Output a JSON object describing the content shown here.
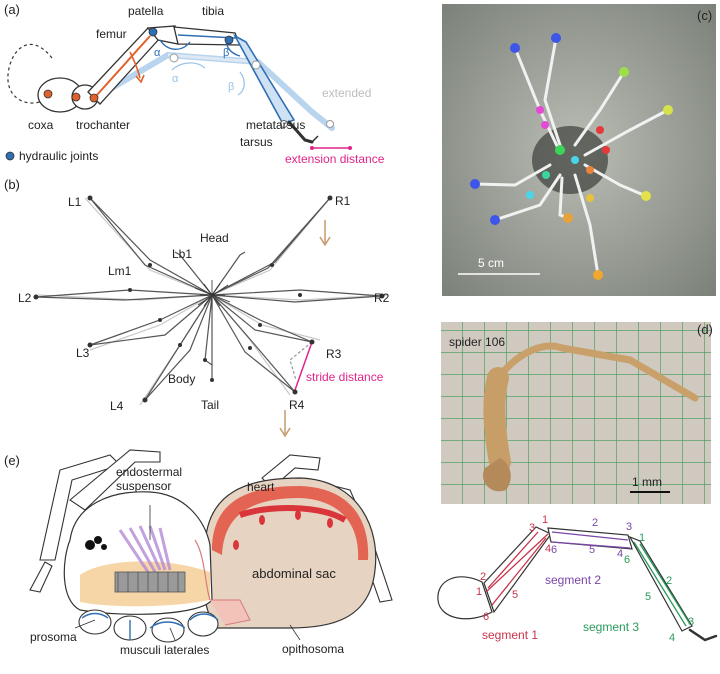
{
  "panels": {
    "a": "(a)",
    "b": "(b)",
    "c": "(c)",
    "d": "(d)",
    "e": "(e)"
  },
  "panel_a": {
    "femur": "femur",
    "patella": "patella",
    "tibia": "tibia",
    "alpha": "α",
    "beta": "β",
    "coxa": "coxa",
    "trochanter": "trochanter",
    "metatarsus": "metatarsus",
    "tarsus": "tarsus",
    "extended": "extended",
    "hydraulic_joints": "hydraulic joints",
    "extension_distance": "extension distance"
  },
  "panel_b": {
    "L1": "L1",
    "R1": "R1",
    "Lb1": "Lb1",
    "Head": "Head",
    "Lm1": "Lm1",
    "L2": "L2",
    "R2": "R2",
    "L3": "L3",
    "R3": "R3",
    "Body": "Body",
    "Tail": "Tail",
    "L4": "L4",
    "R4": "R4",
    "stride_distance": "stride distance"
  },
  "panel_c": {
    "scale": "5 cm"
  },
  "panel_d": {
    "spider": "spider 106",
    "scale": "1 mm",
    "segment1": "segment 1",
    "segment2": "segment 2",
    "segment3": "segment 3",
    "n1": "1",
    "n2": "2",
    "n3": "3",
    "n4": "4",
    "n5": "5",
    "n6": "6"
  },
  "panel_e": {
    "endostermal": "endostermal",
    "suspensor": "suspensor",
    "heart": "heart",
    "abdominal_sac": "abdominal sac",
    "prosoma": "prosoma",
    "musculi_laterales": "musculi laterales",
    "opithosoma": "opithosoma"
  },
  "colors": {
    "orange": "#e0622a",
    "blue_joint": "#2f6fb3",
    "pink": "#e0248a",
    "light_blue": "#9cc3e6",
    "heart_red": "#d9353a",
    "sac": "#e6d3c1",
    "purple": "#7a46a8",
    "green": "#2a9a5a",
    "seg_red": "#c8344a"
  }
}
